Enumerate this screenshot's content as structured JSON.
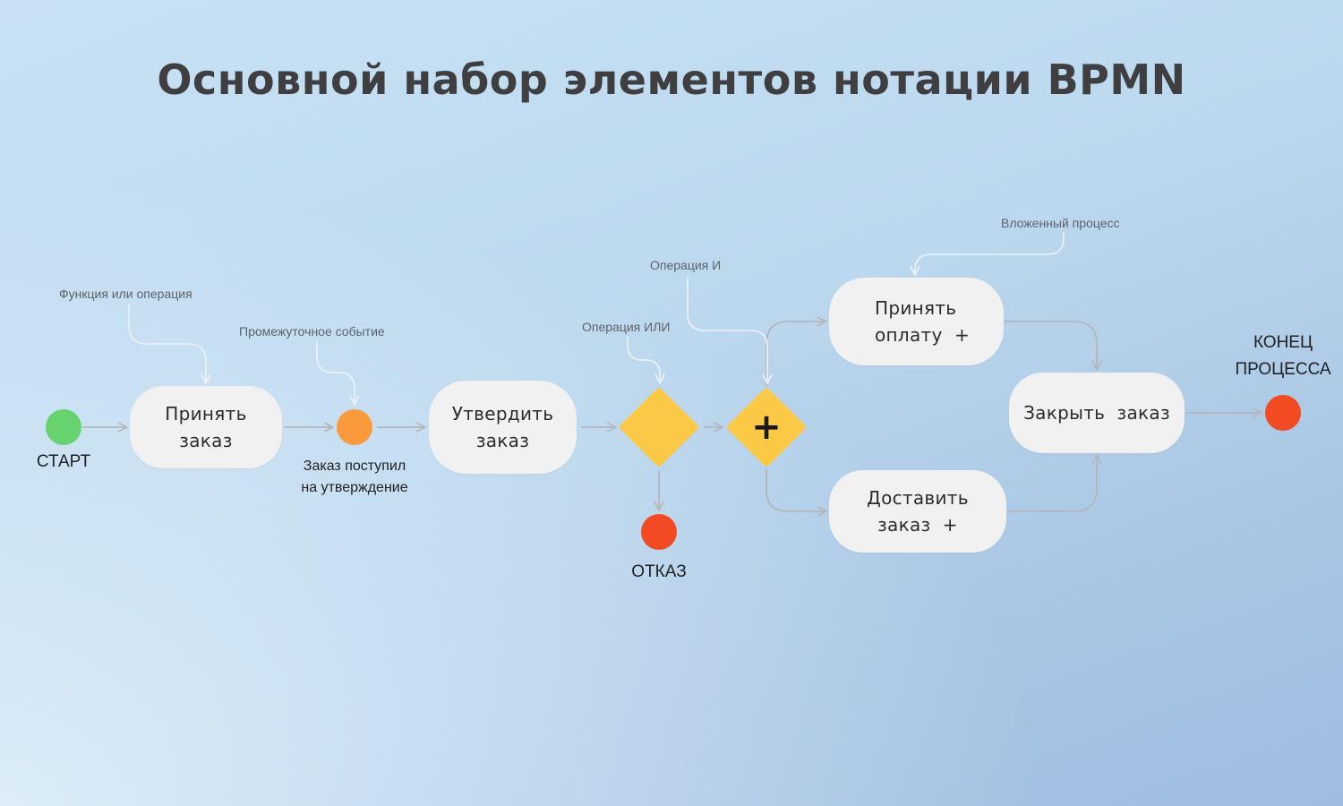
{
  "title": "Основной набор элементов нотации BPMN",
  "colors": {
    "start": "#66d36f",
    "intermediate": "#fb9a3c",
    "end": "#f24a22",
    "gateway": "#fcc947",
    "task_fill": "#f1f1f2",
    "connector": "#b4b6ba"
  },
  "events": {
    "start_label": "СТАРТ",
    "intermediate_label_line1": "Заказ поступил",
    "intermediate_label_line2": "на утверждение",
    "reject_label": "ОТКАЗ",
    "end_label_line1": "КОНЕЦ",
    "end_label_line2": "ПРОЦЕССА"
  },
  "tasks": {
    "accept_order": [
      "Принять",
      "заказ"
    ],
    "approve_order": [
      "Утвердить",
      "заказ"
    ],
    "accept_payment": [
      "Принять",
      "оплату  +"
    ],
    "deliver_order": [
      "Доставить",
      "заказ  +"
    ],
    "close_order": [
      "Закрыть  заказ"
    ]
  },
  "gateways": {
    "and_symbol": "+"
  },
  "annotations": {
    "function": "Функция или операция",
    "intermediate_event": "Промежуточное событие",
    "or_operation": "Операция ИЛИ",
    "and_operation": "Операция И",
    "subprocess": "Вложенный процесс"
  }
}
